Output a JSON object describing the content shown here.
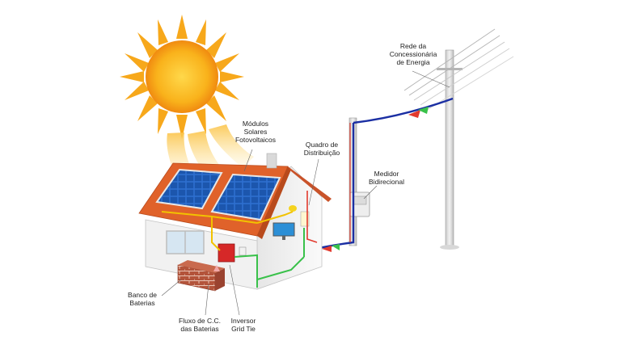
{
  "labels": {
    "grid": [
      "Rede da",
      "Concessionária",
      "de Energia"
    ],
    "modules": [
      "Módulos",
      "Solares",
      "Fotovoltaicos"
    ],
    "panel": [
      "Quadro de",
      "Distribuição"
    ],
    "meter": [
      "Medidor",
      "Bidirecional"
    ],
    "battery_bank": [
      "Banco de",
      "Baterias"
    ],
    "dc_flow": [
      "Fluxo de C.C.",
      "das Baterias"
    ],
    "inverter": [
      "Inversor",
      "Grid Tie"
    ]
  },
  "colors": {
    "sun": "#f7a81b",
    "roof": "#e0622a",
    "panel": "#1f5fb4",
    "dc_line": "#f2c200",
    "ac_line": "#39c14a",
    "grid_line": "#1b2fa3",
    "bidirectional_line": "#e23a2e",
    "wall": "#f1f1f1",
    "brick": "#b8553b",
    "inverter": "#d62828"
  }
}
